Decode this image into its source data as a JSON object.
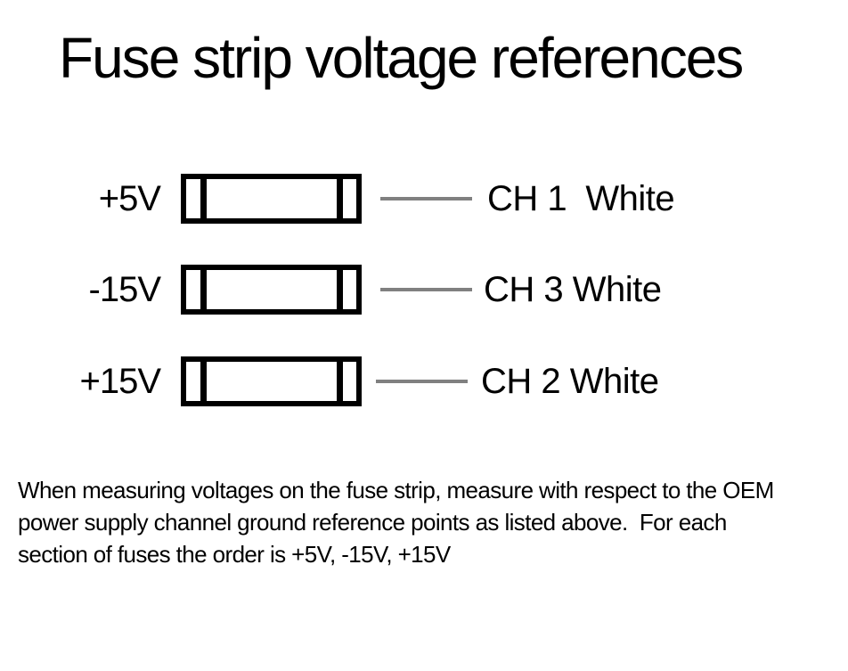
{
  "title": "Fuse strip voltage references",
  "rows": [
    {
      "voltage": "+5V",
      "channel": "CH 1  White"
    },
    {
      "voltage": "-15V",
      "channel": "CH 3 White"
    },
    {
      "voltage": "+15V",
      "channel": "CH 2 White"
    }
  ],
  "note": {
    "lines": [
      "When measuring voltages on the fuse strip, measure with respect to the OEM",
      "power supply channel ground reference points as listed above.  For each",
      "section of fuses the order is +5V, -15V, +15V"
    ]
  },
  "colors": {
    "background": "#ffffff",
    "text": "#000000",
    "fuse_outline": "#000000",
    "connector_line": "#808080"
  }
}
